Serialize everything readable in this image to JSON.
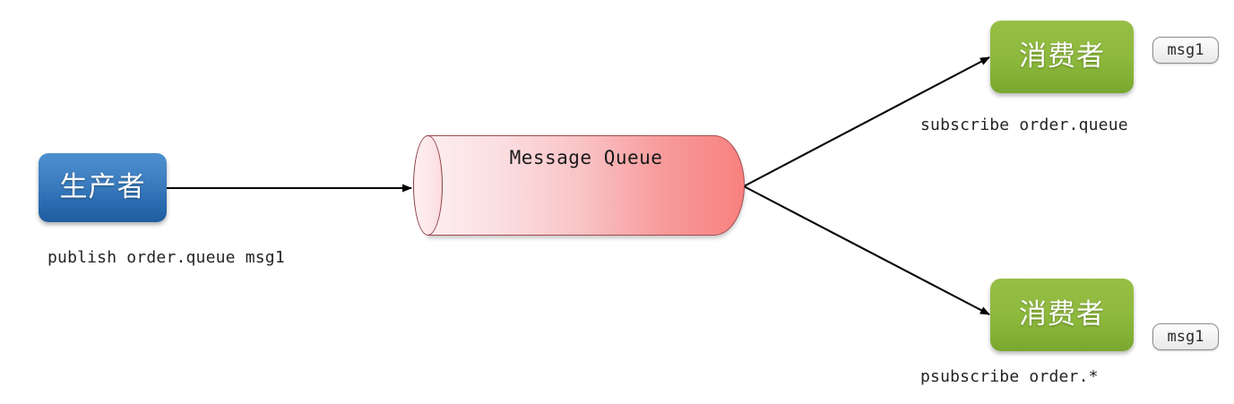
{
  "diagram": {
    "title": "Message Queue publish/subscribe flow",
    "background": "#ffffff",
    "colors": {
      "producer": "#3d7fc0",
      "consumer": "#8fba3e",
      "queue_left": "#fdeef0",
      "queue_right": "#f8817f",
      "queue_border": "#a34a4f",
      "badge_bg": "#f2f2f2",
      "badge_border": "#8d8d8d",
      "edge": "#000000",
      "text": "#242424"
    }
  },
  "nodes": {
    "producer": {
      "label": "生产者",
      "icon": "rounded-rect-node"
    },
    "queue": {
      "label": "Message Queue",
      "icon": "cylinder-shape"
    },
    "consumer_top": {
      "label": "消费者",
      "icon": "rounded-rect-node"
    },
    "consumer_bottom": {
      "label": "消费者",
      "icon": "rounded-rect-node"
    }
  },
  "badges": {
    "top": "msg1",
    "bottom": "msg1"
  },
  "edge_labels": {
    "publish": "publish order.queue msg1",
    "subscribe": "subscribe order.queue",
    "psubscribe": "psubscribe order.*"
  },
  "edges": [
    {
      "name": "producer-to-queue",
      "from": "producer",
      "to": "queue",
      "style": "solid-arrow"
    },
    {
      "name": "queue-to-consumer-top",
      "from": "queue",
      "to": "consumer_top",
      "style": "solid-arrow"
    },
    {
      "name": "queue-to-consumer-bottom",
      "from": "queue",
      "to": "consumer_bottom",
      "style": "solid-arrow"
    }
  ]
}
